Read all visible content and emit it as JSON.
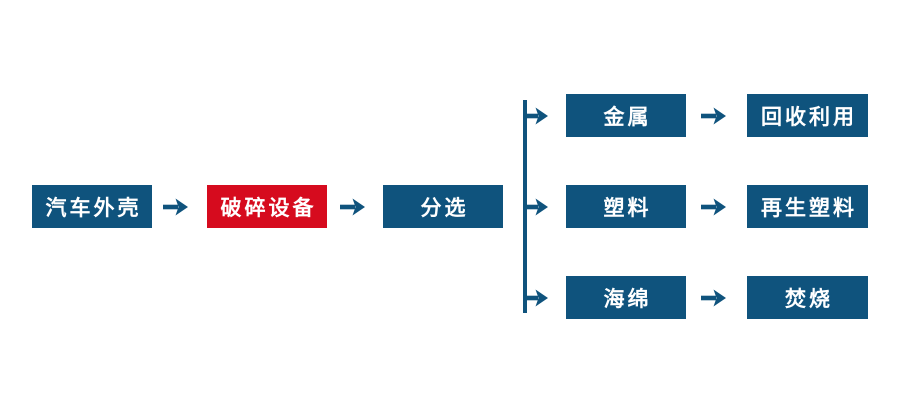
{
  "palette": {
    "box_blue": "#0F537D",
    "box_red": "#D60B1E",
    "text_white": "#FFFFFF",
    "background": "#FFFFFF"
  },
  "diagram": {
    "type": "flowchart",
    "main_flow": [
      {
        "label": "汽车外壳",
        "style": "blue"
      },
      {
        "label": "破碎设备",
        "style": "red"
      },
      {
        "label": "分选",
        "style": "blue"
      }
    ],
    "branches": [
      {
        "item": "金属",
        "result": "回收利用"
      },
      {
        "item": "塑料",
        "result": "再生塑料"
      },
      {
        "item": "海绵",
        "result": "焚烧"
      }
    ]
  }
}
